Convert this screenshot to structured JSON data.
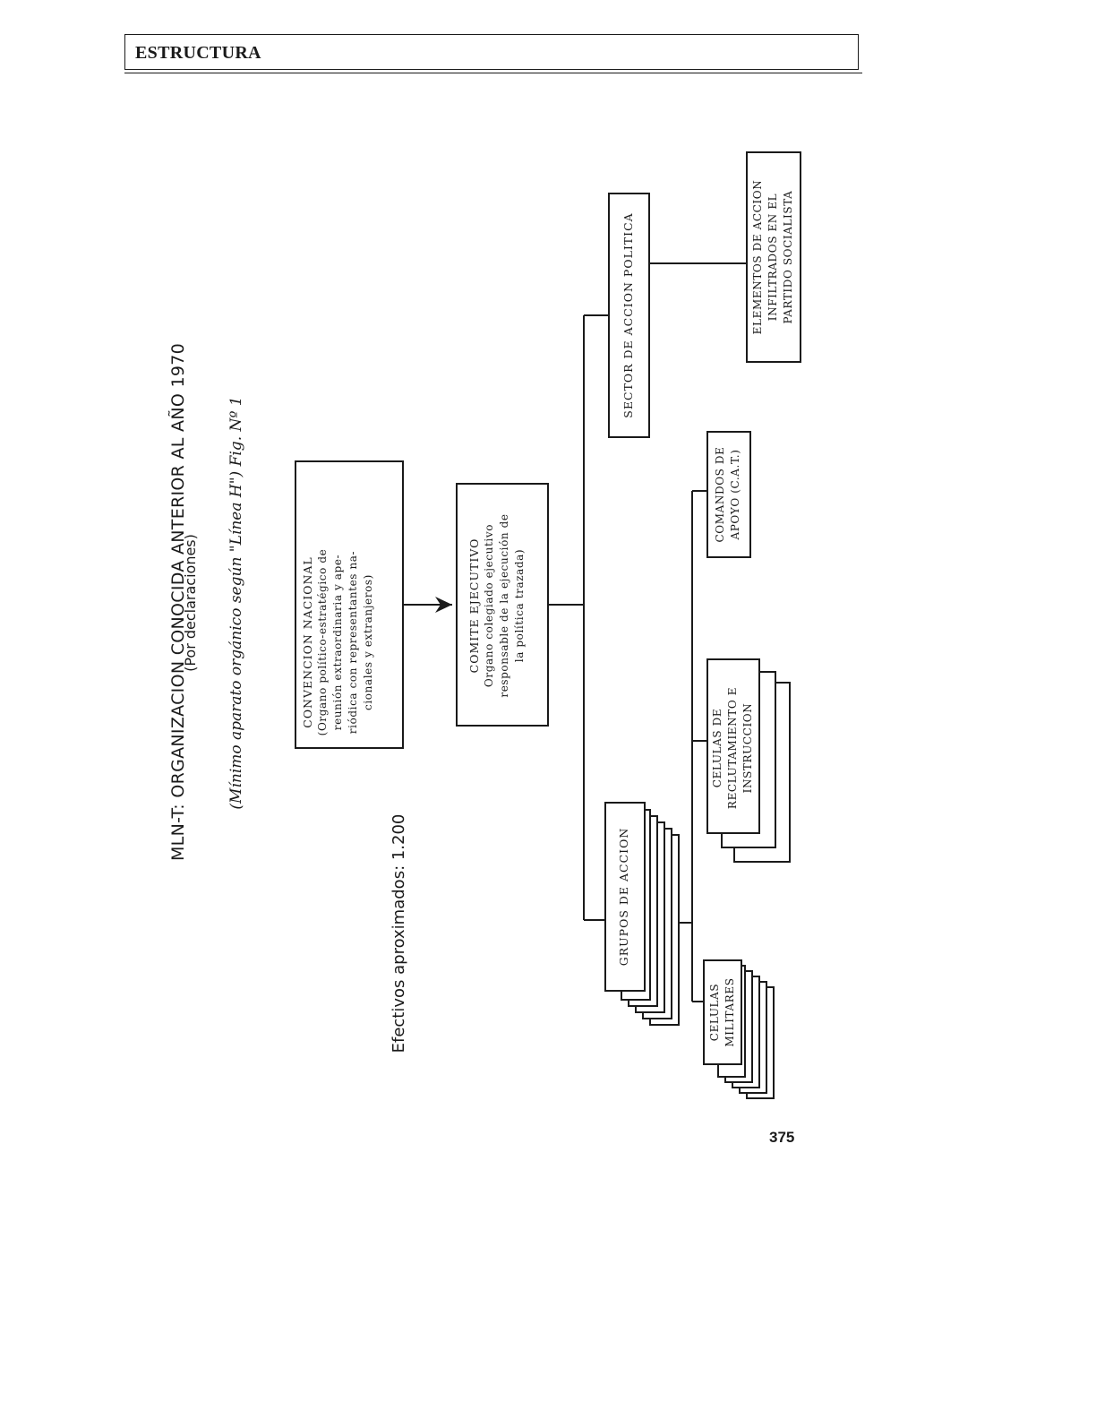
{
  "header": {
    "label": "ESTRUCTURA"
  },
  "title": "MLN-T: ORGANIZACION CONOCIDA ANTERIOR AL AÑO 1970",
  "subtitle": "(Por declaraciones)",
  "subtitle2": "(Mínimo aparato orgánico según \"Línea H\") Fig. Nº 1",
  "effectives": "Efectivos aproximados: 1.200",
  "nodes": {
    "convencion": {
      "name": "CONVENCION NACIONAL",
      "lines": [
        "(Organo político-estratégico de",
        "reunión extraordinaria y ape-",
        "riódica con representantes na-",
        "cionales y extranjeros)"
      ]
    },
    "comite": {
      "name": "COMITE EJECUTIVO",
      "lines": [
        "Organo colegiado ejecutivo",
        "responsable de la ejecución de",
        "la política trazada)"
      ]
    },
    "sector": {
      "lines": [
        "SECTOR DE ACCION POLITICA"
      ]
    },
    "elementos": {
      "lines": [
        "ELEMENTOS DE ACCION",
        "INFILTRADOS EN EL",
        "PARTIDO SOCIALISTA"
      ]
    },
    "grupos": {
      "lines": [
        "GRUPOS DE ACCION"
      ]
    },
    "comandos": {
      "lines": [
        "COMANDOS DE",
        "APOYO (C.A.T.)"
      ]
    },
    "reclutamiento": {
      "lines": [
        "CELULAS DE",
        "RECLUTAMIENTO E",
        "INSTRUCCION"
      ]
    },
    "militares": {
      "lines": [
        "CELULAS",
        "MILITARES"
      ]
    }
  },
  "page_number": "375"
}
